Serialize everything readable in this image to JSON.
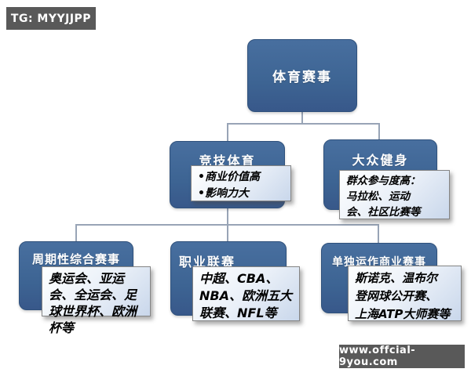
{
  "badges": {
    "top_left": "TG: MYYJJPP",
    "bottom_right": "www.offcial-9you.com"
  },
  "tree": {
    "root": {
      "label": "体育赛事"
    },
    "level2": [
      {
        "label": "竞技体育",
        "note_lines": [
          "•商业价值高",
          "•影响力大"
        ]
      },
      {
        "label": "大众健身",
        "note_lines": [
          "群众参与度高：",
          "马拉松、运动",
          "会、社区比赛等"
        ]
      }
    ],
    "level3": [
      {
        "label": "周期性综合赛事",
        "note_lines": [
          "奥运会、亚运",
          "会、全运会、足",
          "球世界杯、欧洲",
          "杯等"
        ]
      },
      {
        "label": "职业联赛",
        "note_lines": [
          "中超、CBA、",
          "NBA、欧洲五大",
          "联赛、NFL等"
        ]
      },
      {
        "label": "单独运作商业赛事",
        "note_lines": [
          "斯诺克、温布尔",
          "登网球公开赛、",
          "上海ATP大师赛等"
        ]
      }
    ]
  },
  "colors": {
    "node_blue": "#3d6493",
    "node_border": "#2f517c",
    "note_fill_light": "#feffff",
    "note_fill_dark": "#c9d7eb",
    "note_border": "#858585",
    "connector_gray": "#98a4b6",
    "badge_gray": "#595959",
    "background": "#ffffff"
  }
}
